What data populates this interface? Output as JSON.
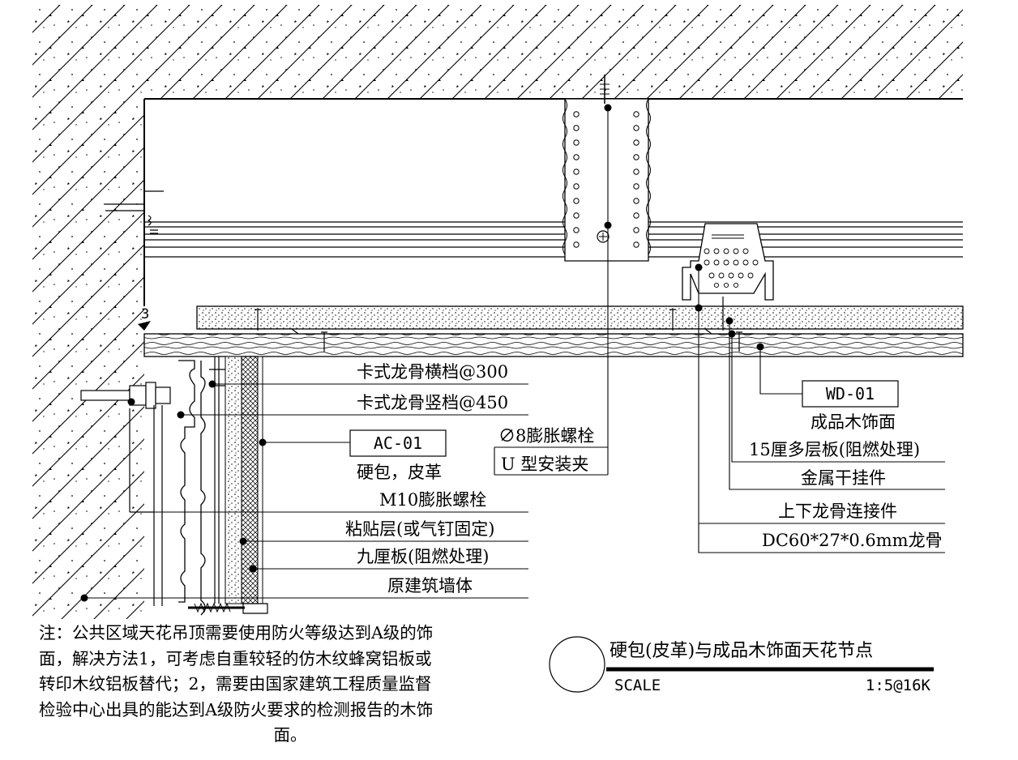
{
  "labels_left": {
    "l1": "卡式龙骨横档@300",
    "l2": "卡式龙骨竖档@450",
    "l3": "硬包，皮革",
    "l4": "M10膨胀螺栓",
    "l5": "粘贴层(或气钉固定)",
    "l6": "九厘板(阻燃处理)",
    "l7": "原建筑墙体"
  },
  "labels_mid": {
    "m1": "∅8膨胀螺栓",
    "m2": "U 型安装夹"
  },
  "labels_right": {
    "r1": "成品木饰面",
    "r2": "15厘多层板(阻燃处理)",
    "r3": "金属干挂件",
    "r4": "上下龙骨连接件",
    "r5": "DC60*27*0.6mm龙骨"
  },
  "tags": {
    "ac": "AC-01",
    "wd": "WD-01"
  },
  "marker": "3",
  "note": {
    "line1": "注：公共区域天花吊顶需要使用防火等级达到A级的饰",
    "line2": "面，解决方法1，可考虑自重较轻的仿木纹蜂窝铝板或",
    "line3": "转印木纹铝板替代；2，需要由国家建筑工程质量监督",
    "line4": "检验中心出具的能达到A级防火要求的检测报告的木饰",
    "line5": "面。"
  },
  "title_block": {
    "title": "硬包(皮革)与成品木饰面天花节点",
    "scale_label": "SCALE",
    "scale_value": "1:5@16K"
  }
}
